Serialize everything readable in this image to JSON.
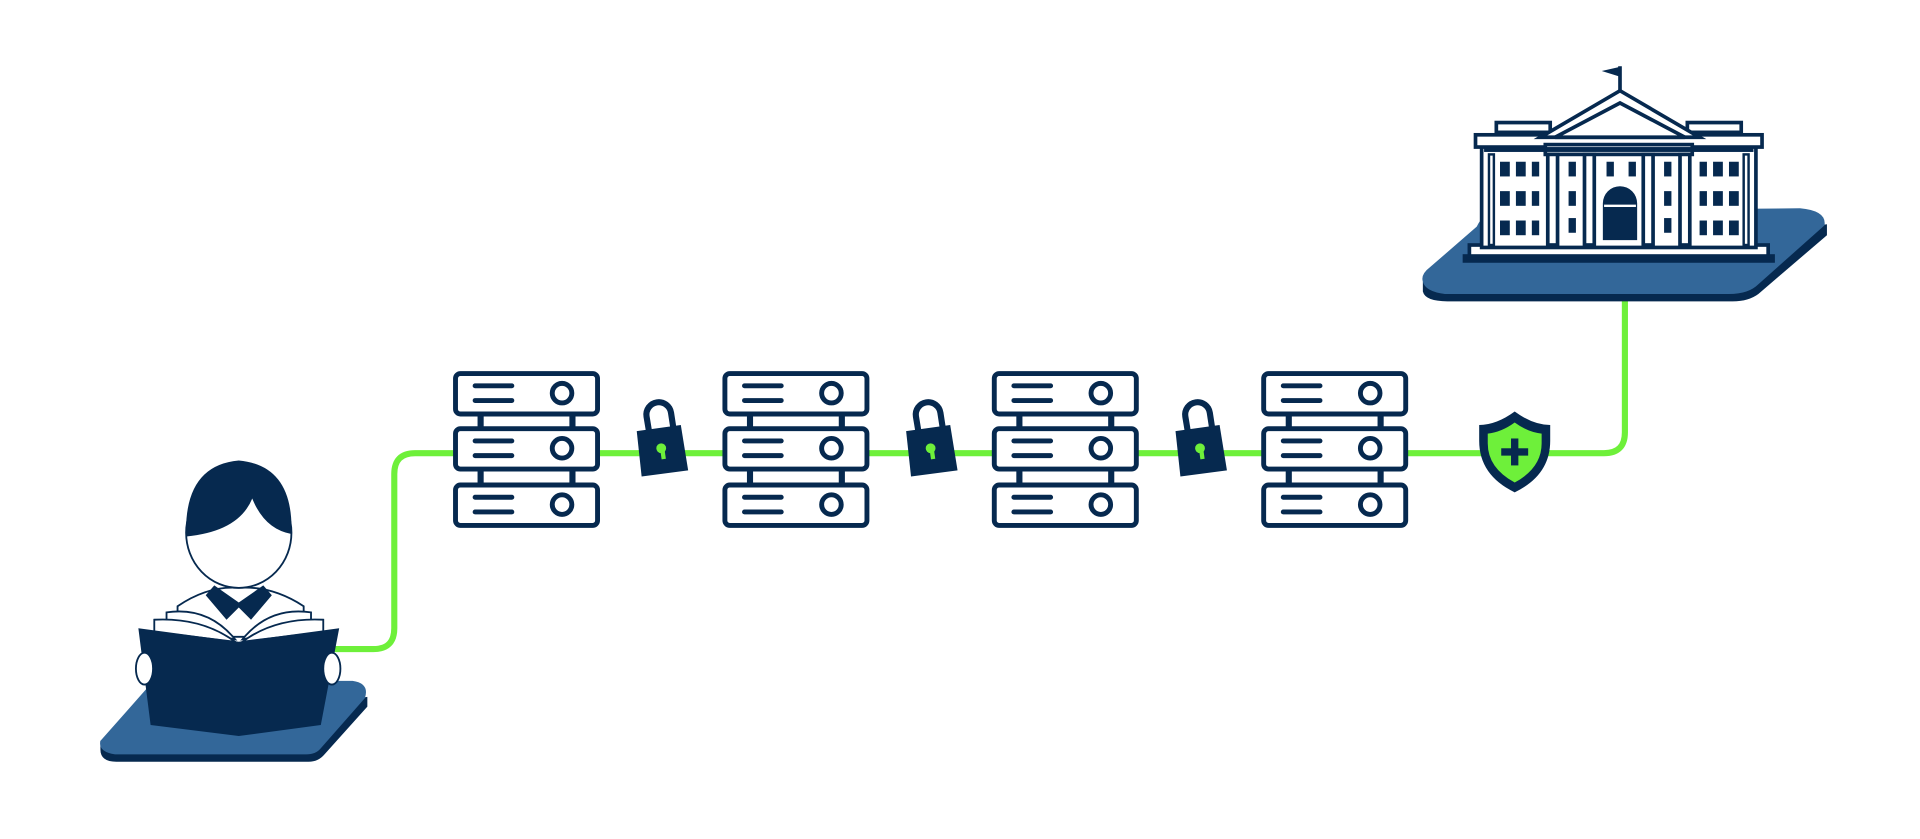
{
  "diagram": {
    "nodes": [
      {
        "id": "reader",
        "icon": "person-reading-icon"
      },
      {
        "id": "server-1",
        "icon": "server-rack-icon"
      },
      {
        "id": "lock-1",
        "icon": "padlock-icon"
      },
      {
        "id": "server-2",
        "icon": "server-rack-icon"
      },
      {
        "id": "lock-2",
        "icon": "padlock-icon"
      },
      {
        "id": "server-3",
        "icon": "server-rack-icon"
      },
      {
        "id": "lock-3",
        "icon": "padlock-icon"
      },
      {
        "id": "server-4",
        "icon": "server-rack-icon"
      },
      {
        "id": "shield",
        "icon": "shield-plus-icon"
      },
      {
        "id": "government-building",
        "icon": "government-building-icon"
      }
    ],
    "colors": {
      "navy": "#06294f",
      "platform": "#336799",
      "platform_edge": "#06294f",
      "connector": "#6ef03a",
      "background": "#ffffff"
    }
  }
}
